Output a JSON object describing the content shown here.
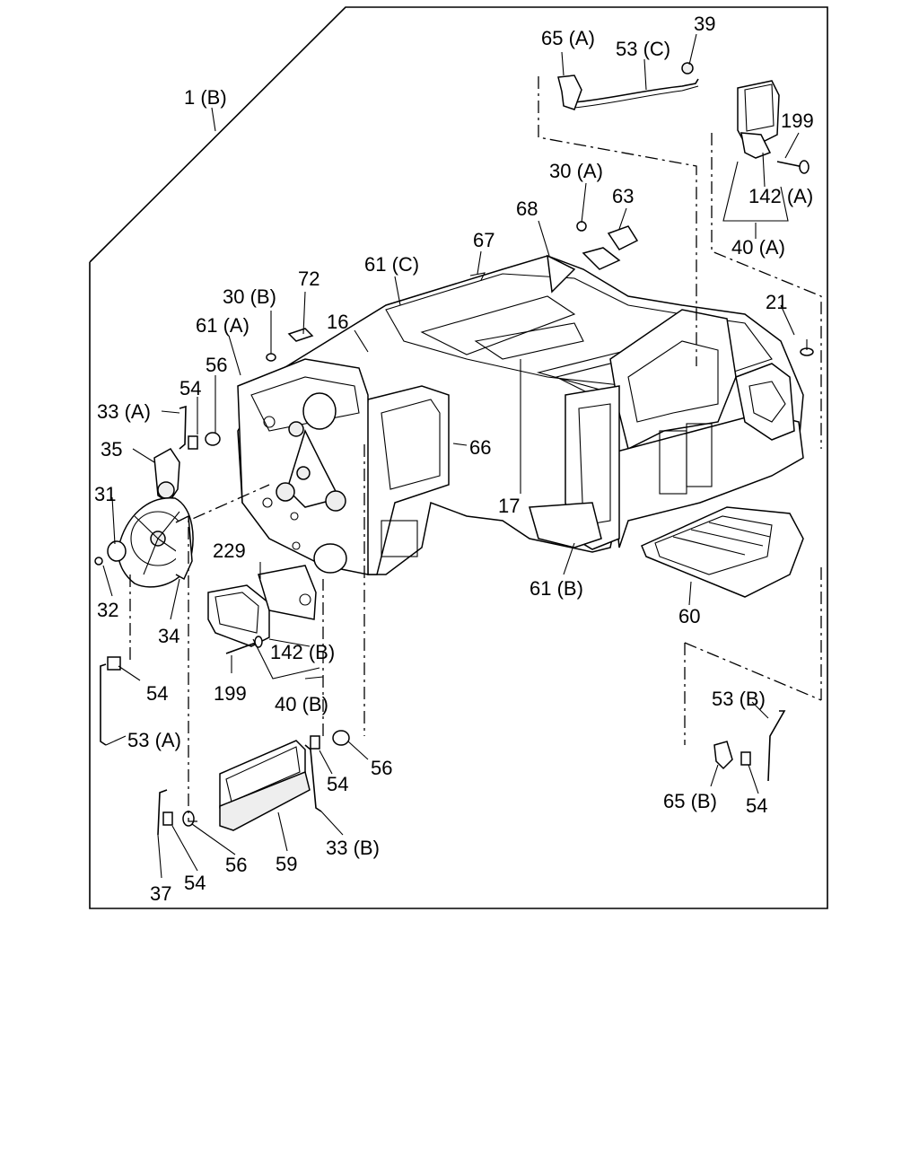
{
  "labels": {
    "l_1B": "1 (B)",
    "l_65A": "65 (A)",
    "l_53C": "53 (C)",
    "l_39": "39",
    "l_199a": "199",
    "l_142A": "142 (A)",
    "l_40A": "40 (A)",
    "l_30A": "30 (A)",
    "l_63": "63",
    "l_68": "68",
    "l_67": "67",
    "l_61C": "61 (C)",
    "l_72": "72",
    "l_30B": "30 (B)",
    "l_61A": "61 (A)",
    "l_16": "16",
    "l_21": "21",
    "l_56a": "56",
    "l_54a": "54",
    "l_33A": "33 (A)",
    "l_35": "35",
    "l_66": "66",
    "l_31": "31",
    "l_17": "17",
    "l_229": "229",
    "l_61B": "61 (B)",
    "l_32": "32",
    "l_34": "34",
    "l_60": "60",
    "l_142B": "142 (B)",
    "l_199b": "199",
    "l_40B": "40 (B)",
    "l_54b": "54",
    "l_53B": "53 (B)",
    "l_53A": "53 (A)",
    "l_56b": "56",
    "l_54c": "54",
    "l_65B": "65 (B)",
    "l_54d": "54",
    "l_56c": "56",
    "l_59": "59",
    "l_33B": "33 (B)",
    "l_37": "37",
    "l_54e": "54"
  }
}
